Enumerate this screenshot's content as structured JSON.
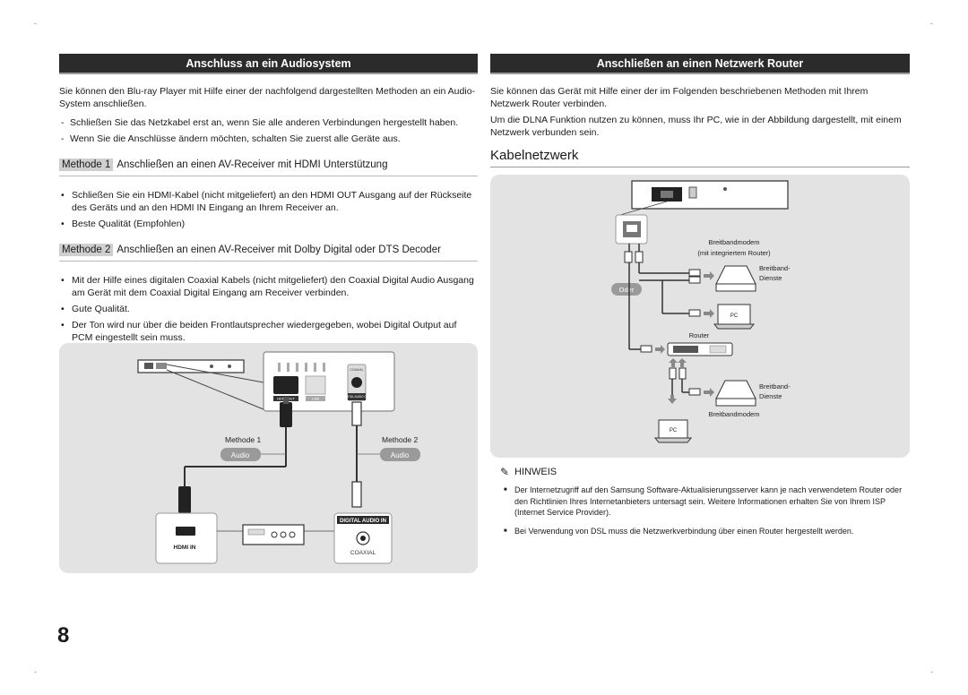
{
  "crop_marks": [
    "-",
    "-",
    "-",
    "-"
  ],
  "page_number": "8",
  "left": {
    "section_title": "Anschluss an ein Audiosystem",
    "intro": "Sie können den Blu-ray Player mit Hilfe einer der nachfolgend dargestellten Methoden an ein Audio-System anschließen.",
    "dash_items": [
      "Schließen Sie das Netzkabel erst an, wenn Sie alle anderen Verbindungen hergestellt haben.",
      "Wenn Sie die Anschlüsse ändern möchten, schalten Sie zuerst alle Geräte aus."
    ],
    "method1": {
      "tag": "Methode 1",
      "title": "Anschließen an einen AV-Receiver mit HDMI Unterstützung",
      "bullets": [
        "Schließen Sie ein HDMI-Kabel (nicht mitgeliefert) an den HDMI OUT Ausgang auf der Rückseite des Geräts und an den HDMI IN Eingang an Ihrem Receiver an.",
        "Beste Qualität (Empfohlen)"
      ]
    },
    "method2": {
      "tag": "Methode 2",
      "title": "Anschließen an einen AV-Receiver mit Dolby Digital oder DTS Decoder",
      "bullets": [
        "Mit der Hilfe eines digitalen Coaxial Kabels (nicht mitgeliefert) den Coaxial Digital Audio Ausgang am Gerät mit dem Coaxial Digital Eingang am Receiver verbinden.",
        "Gute Qualität.",
        "Der Ton wird nur über die beiden Frontlautsprecher wiedergegeben, wobei Digital Output auf PCM eingestellt sein muss."
      ]
    },
    "diagram": {
      "port_labels": [
        "HDMI OUT",
        "LAN",
        "DIGITAL AUDIO OUT",
        "COAXIAL"
      ],
      "method1_label": "Methode 1",
      "method2_label": "Methode 2",
      "audio_label": "Audio",
      "hdmi_in": "HDMI IN",
      "digital_audio_in": "DIGITAL AUDIO IN",
      "coaxial": "COAXIAL"
    }
  },
  "right": {
    "section_title": "Anschließen an einen Netzwerk Router",
    "intro1": "Sie können das Gerät mit Hilfe einer der im Folgenden beschriebenen Methoden mit Ihrem Netzwerk Router verbinden.",
    "intro2": "Um die DLNA Funktion nutzen zu können, muss Ihr PC, wie in der Abbildung dargestellt, mit einem Netzwerk verbunden sein.",
    "subheading": "Kabelnetzwerk",
    "diagram": {
      "modem_label_1": "Breitbandmodem",
      "modem_label_2": "(mit integriertem Router)",
      "broadband_1": "Breitband-",
      "broadband_2": "Dienste",
      "oder": "Oder",
      "pc": "PC",
      "router": "Router",
      "modem_label": "Breitbandmodem"
    },
    "note": {
      "title": "HINWEIS",
      "items": [
        "Der Internetzugriff auf den Samsung Software-Aktualisierungsserver kann je nach verwendetem Router oder den Richtlinien Ihres Internetanbieters untersagt sein. Weitere Informationen erhalten Sie von Ihrem ISP (Internet Service Provider).",
        "Bei Verwendung von DSL muss die Netzwerkverbindung über einen Router hergestellt werden."
      ]
    }
  }
}
